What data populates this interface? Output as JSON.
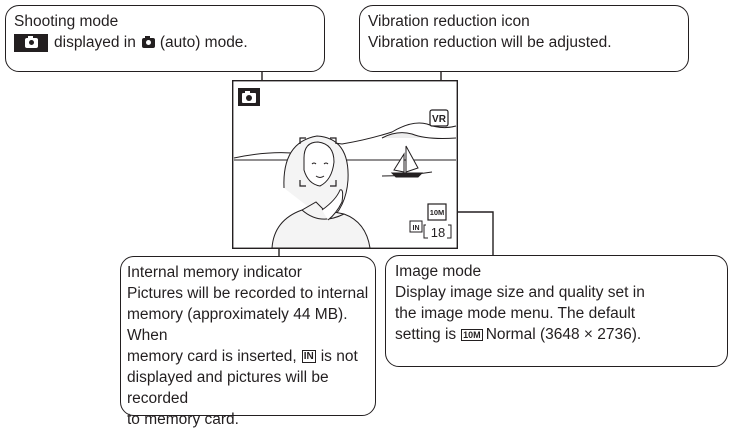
{
  "callouts": {
    "shooting_mode": {
      "title": "Shooting mode",
      "line2": "displayed in",
      "line2_end": "(auto) mode."
    },
    "vibration": {
      "title": "Vibration reduction icon",
      "desc": "Vibration reduction will be adjusted."
    },
    "internal_memory": {
      "title": "Internal memory indicator",
      "lines": [
        "Pictures will be recorded to internal",
        "memory (approximately 44 MB). When",
        "memory card is inserted,",
        "is not",
        "displayed and pictures will be recorded",
        "to memory card."
      ],
      "icon_text": "IN"
    },
    "image_mode": {
      "title": "Image mode",
      "lines": [
        "Display image size and quality set in",
        "the image mode menu. The default",
        "setting is",
        "Normal (3648 × 2736)."
      ],
      "icon_text": "10M"
    }
  },
  "screen": {
    "vr_label": "VR",
    "image_mode_icon": "10M",
    "memory_icon": "IN",
    "frames_remaining": "18"
  },
  "icons": [
    "camera-icon",
    "vr-icon",
    "image-mode-icon",
    "internal-memory-icon"
  ],
  "colors": {
    "ink": "#231f20",
    "screen_bg": "#ffffff"
  }
}
